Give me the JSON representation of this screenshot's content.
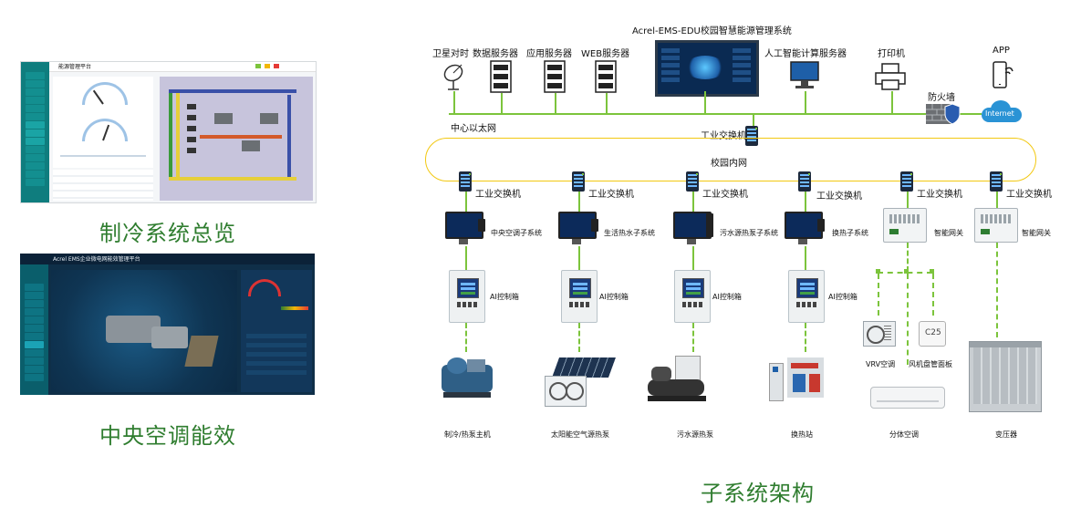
{
  "left": {
    "thumb1": {
      "title": "能源管理平台",
      "caption": "制冷系统总览"
    },
    "thumb2": {
      "title": "Acrel EMS企业微电网能效管理平台",
      "caption": "中央空调能效"
    }
  },
  "diagram": {
    "title": "Acrel-EMS-EDU校园智慧能源管理系统",
    "caption": "子系统架构",
    "top": {
      "satellite": "卫星对时",
      "db_server": "数据服务器",
      "app_server": "应用服务器",
      "web_server": "WEB服务器",
      "ai_server": "人工智能计算服务器",
      "printer": "打印机",
      "app": "APP",
      "firewall": "防火墙",
      "internet": "Internet",
      "ethernet": "中心以太网",
      "core_switch": "工业交换机",
      "campus_net": "校园内网"
    },
    "switch_label": "工业交换机",
    "subsystems": [
      {
        "name": "中央空调子系统",
        "cabinet": "AI控制箱",
        "equipment": "制冷/热泵主机"
      },
      {
        "name": "生活热水子系统",
        "cabinet": "AI控制箱",
        "equipment": "太阳能空气源热泵"
      },
      {
        "name": "污水源热泵子系统",
        "cabinet": "AI控制箱",
        "equipment": "污水源热泵"
      },
      {
        "name": "换热子系统",
        "cabinet": "AI控制箱",
        "equipment": "换热站"
      }
    ],
    "gateways": [
      {
        "name": "智能网关",
        "devices": [
          "VRV空调",
          "风机盘管面板"
        ],
        "equipment": "分体空调",
        "panel_text": "C25"
      },
      {
        "name": "智能网关",
        "equipment": "变压器"
      }
    ]
  },
  "colors": {
    "accent_green": "#7cc43c",
    "caption_green": "#2f7d2f",
    "dark_panel": "#0f2f48"
  }
}
